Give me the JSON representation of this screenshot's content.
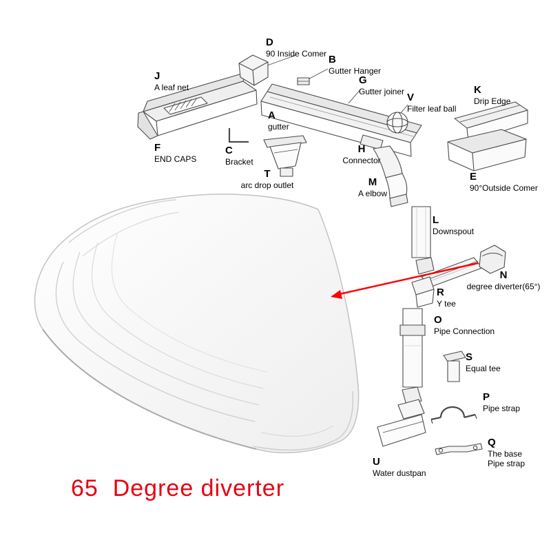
{
  "title": {
    "text": "65  Degree diverter",
    "color": "#e60012"
  },
  "colors": {
    "arrow_red": "#ff0000",
    "title_red": "#e60012",
    "line_art": "#4a4a4a",
    "product_body": "#ffffff"
  },
  "parts": [
    {
      "letter": "J",
      "name": "A leaf net"
    },
    {
      "letter": "D",
      "name": "90 Inside Comer"
    },
    {
      "letter": "B",
      "name": "Gutter Hanger"
    },
    {
      "letter": "G",
      "name": "Gutter joiner"
    },
    {
      "letter": "V",
      "name": "Filter leaf ball"
    },
    {
      "letter": "K",
      "name": "Drip Edge"
    },
    {
      "letter": "A",
      "name": "gutter"
    },
    {
      "letter": "F",
      "name": "END CAPS"
    },
    {
      "letter": "C",
      "name": "Bracket"
    },
    {
      "letter": "T",
      "name": "arc drop outlet"
    },
    {
      "letter": "H",
      "name": "Connector"
    },
    {
      "letter": "M",
      "name": "A elbow"
    },
    {
      "letter": "E",
      "name": "90°Outside Comer"
    },
    {
      "letter": "L",
      "name": "Downspout"
    },
    {
      "letter": "N",
      "name": "degree diverter(65°)"
    },
    {
      "letter": "R",
      "name": "Y tee"
    },
    {
      "letter": "O",
      "name": "Pipe Connection"
    },
    {
      "letter": "S",
      "name": "Equal tee"
    },
    {
      "letter": "P",
      "name": "Pipe strap"
    },
    {
      "letter": "Q",
      "name": "The base",
      "name2": "Pipe strap"
    },
    {
      "letter": "U",
      "name": "Water dustpan"
    }
  ]
}
